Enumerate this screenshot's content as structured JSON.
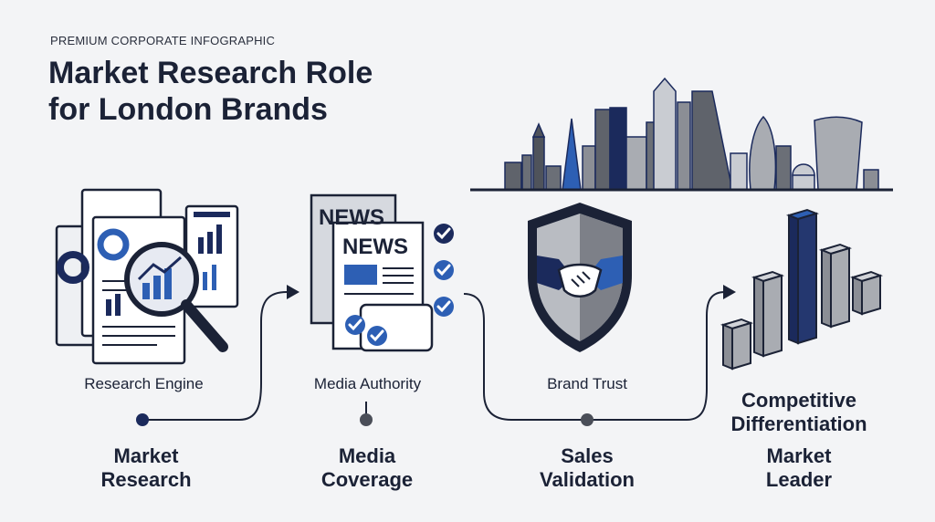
{
  "header": {
    "eyebrow": "PREMIUM CORPORATE INFOGRAPHIC",
    "title_line1": "Market Research Role",
    "title_line2": "for London Brands"
  },
  "stages": [
    {
      "label": "Research Engine",
      "title_line1": "Market",
      "title_line2": "Research"
    },
    {
      "label": "Media Authority",
      "title_line1": "Media",
      "title_line2": "Coverage"
    },
    {
      "label": "Brand Trust",
      "title_line1": "Sales",
      "title_line2": "Validation"
    },
    {
      "label_line1": "Competitive",
      "label_line2": "Differentiation",
      "title_line1": "Market",
      "title_line2": "Leader"
    }
  ],
  "illustrations": {
    "newspaper_headline": "NEWS"
  },
  "colors": {
    "navy": "#1b2a5c",
    "blue": "#2d5fb4",
    "gray": "#7d8088",
    "light_gray": "#c9ccd2",
    "text": "#1b2236"
  }
}
